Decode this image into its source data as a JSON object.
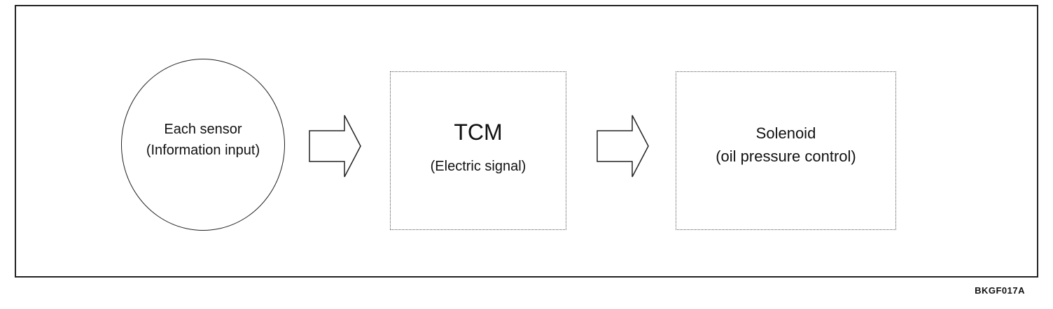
{
  "diagram": {
    "sensor": {
      "line1": "Each sensor",
      "line2": "(Information input)"
    },
    "tcm": {
      "title": "TCM",
      "subtitle": "(Electric signal)"
    },
    "solenoid": {
      "line1": "Solenoid",
      "line2": "(oil pressure control)"
    },
    "figure_code": "BKGF017A",
    "colors": {
      "stroke": "#222222",
      "dotted": "#555555",
      "background": "#ffffff"
    }
  }
}
